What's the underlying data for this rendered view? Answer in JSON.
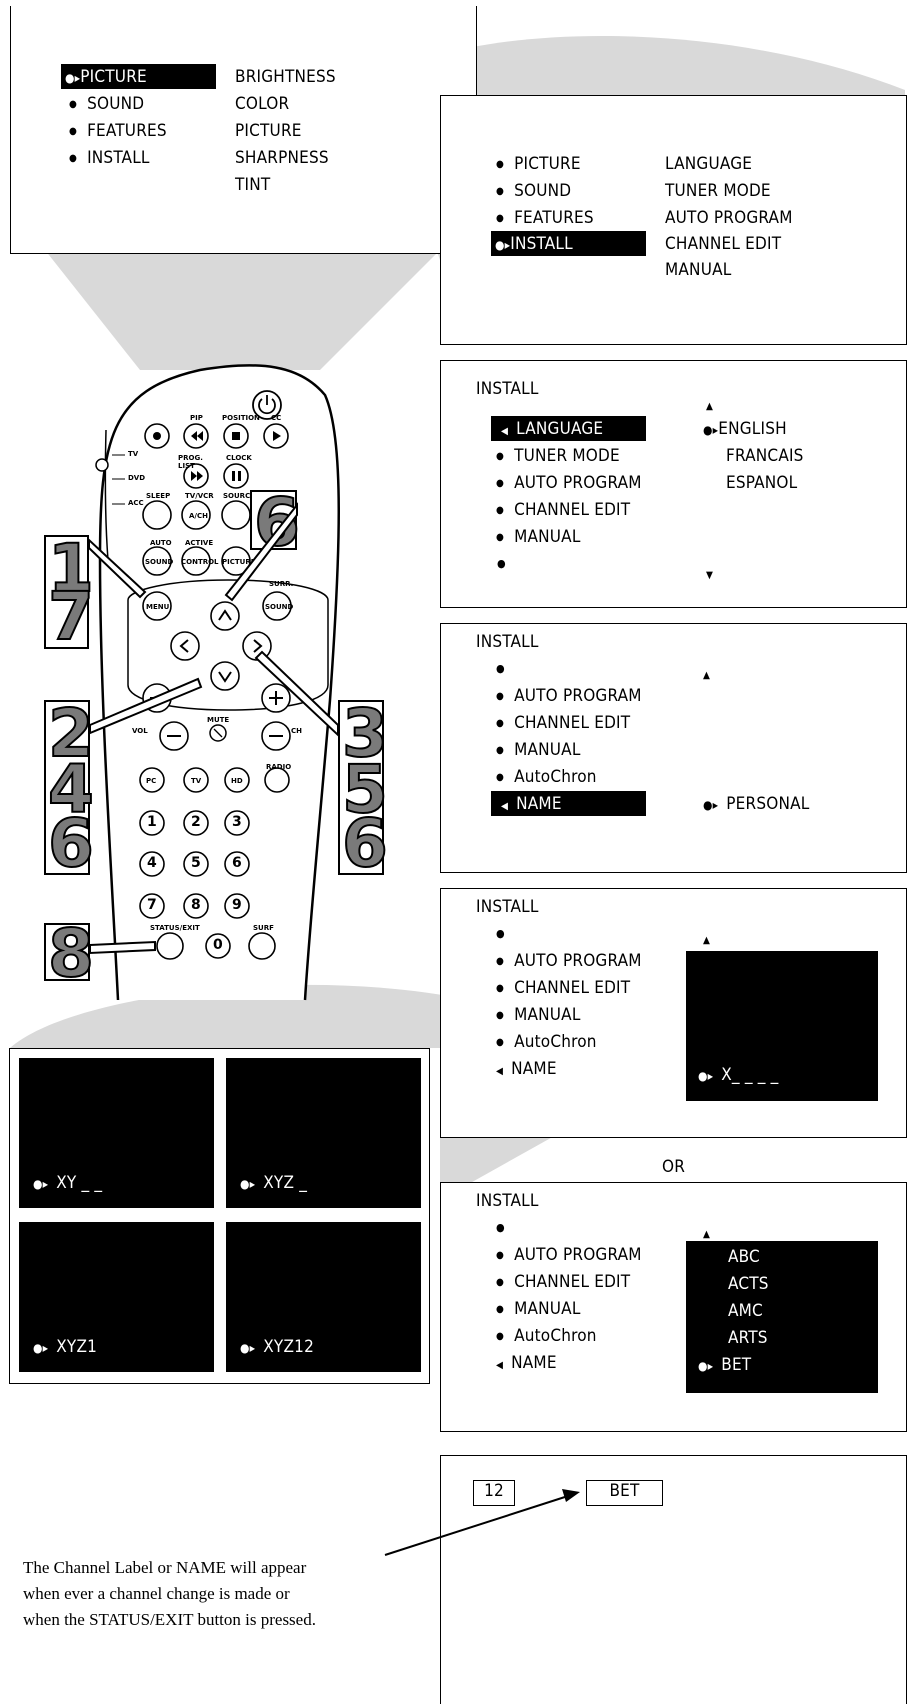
{
  "menu1": {
    "items": [
      "PICTURE",
      "SOUND",
      "FEATURES",
      "INSTALL"
    ],
    "sub": [
      "BRIGHTNESS",
      "COLOR",
      "PICTURE",
      "SHARPNESS",
      "TINT"
    ]
  },
  "menu2": {
    "items": [
      "PICTURE",
      "SOUND",
      "FEATURES",
      "INSTALL"
    ],
    "sub": [
      "LANGUAGE",
      "TUNER MODE",
      "AUTO PROGRAM",
      "CHANNEL EDIT",
      "MANUAL"
    ]
  },
  "menu3": {
    "title": "INSTALL",
    "items": [
      "LANGUAGE",
      "TUNER MODE",
      "AUTO PROGRAM",
      "CHANNEL EDIT",
      "MANUAL"
    ],
    "options": [
      "ENGLISH",
      "FRANCAIS",
      "ESPANOL"
    ]
  },
  "menu4": {
    "title": "INSTALL",
    "items": [
      "AUTO PROGRAM",
      "CHANNEL EDIT",
      "MANUAL",
      "AutoChron",
      "NAME"
    ],
    "value": "PERSONAL"
  },
  "menu5": {
    "title": "INSTALL",
    "items": [
      "AUTO PROGRAM",
      "CHANNEL EDIT",
      "MANUAL",
      "AutoChron",
      "NAME"
    ],
    "entry": "X_ _ _ _"
  },
  "or_label": "OR",
  "menu6": {
    "title": "INSTALL",
    "items": [
      "AUTO PROGRAM",
      "CHANNEL EDIT",
      "MANUAL",
      "AutoChron",
      "NAME"
    ],
    "list": [
      "ABC",
      "ACTS",
      "AMC",
      "ARTS",
      "BET"
    ]
  },
  "entry_steps": [
    "XY _ _",
    "XYZ _",
    "XYZ1",
    "XYZ12"
  ],
  "final": {
    "channel": "12",
    "label": "BET"
  },
  "caption": [
    "The Channel Label or NAME will appear",
    "when ever a channel change is made or",
    "when the STATUS/EXIT button is pressed."
  ],
  "steps": {
    "s1": "1",
    "s7": "7",
    "s6a": "6",
    "s2": "2",
    "s4": "4",
    "s6b": "6",
    "s3": "3",
    "s5": "5",
    "s6c": "6",
    "s8": "8"
  },
  "remote": {
    "side": [
      "TV",
      "DVD",
      "ACC"
    ],
    "labels": {
      "pip": "PIP",
      "position": "POSITION",
      "cc": "CC",
      "prog_list": "PROG. LIST",
      "clock": "CLOCK",
      "sleep": "SLEEP",
      "tvvcr": "TV/VCR",
      "source": "SOURCE",
      "ach": "A/CH",
      "auto": "AUTO",
      "active": "ACTIVE",
      "sound": "SOUND",
      "control": "CONTROL",
      "picture": "PICTURE",
      "surr": "SURR.",
      "menu": "MENU",
      "vol": "VOL",
      "ch": "CH",
      "mute": "MUTE",
      "radio": "RADIO",
      "pc": "PC",
      "tv": "TV",
      "hd": "HD",
      "status_exit": "STATUS/EXIT",
      "surf": "SURF",
      "k1": "1",
      "k2": "2",
      "k3": "3",
      "k4": "4",
      "k5": "5",
      "k6": "6",
      "k7": "7",
      "k8": "8",
      "k9": "9",
      "k0": "0"
    }
  }
}
